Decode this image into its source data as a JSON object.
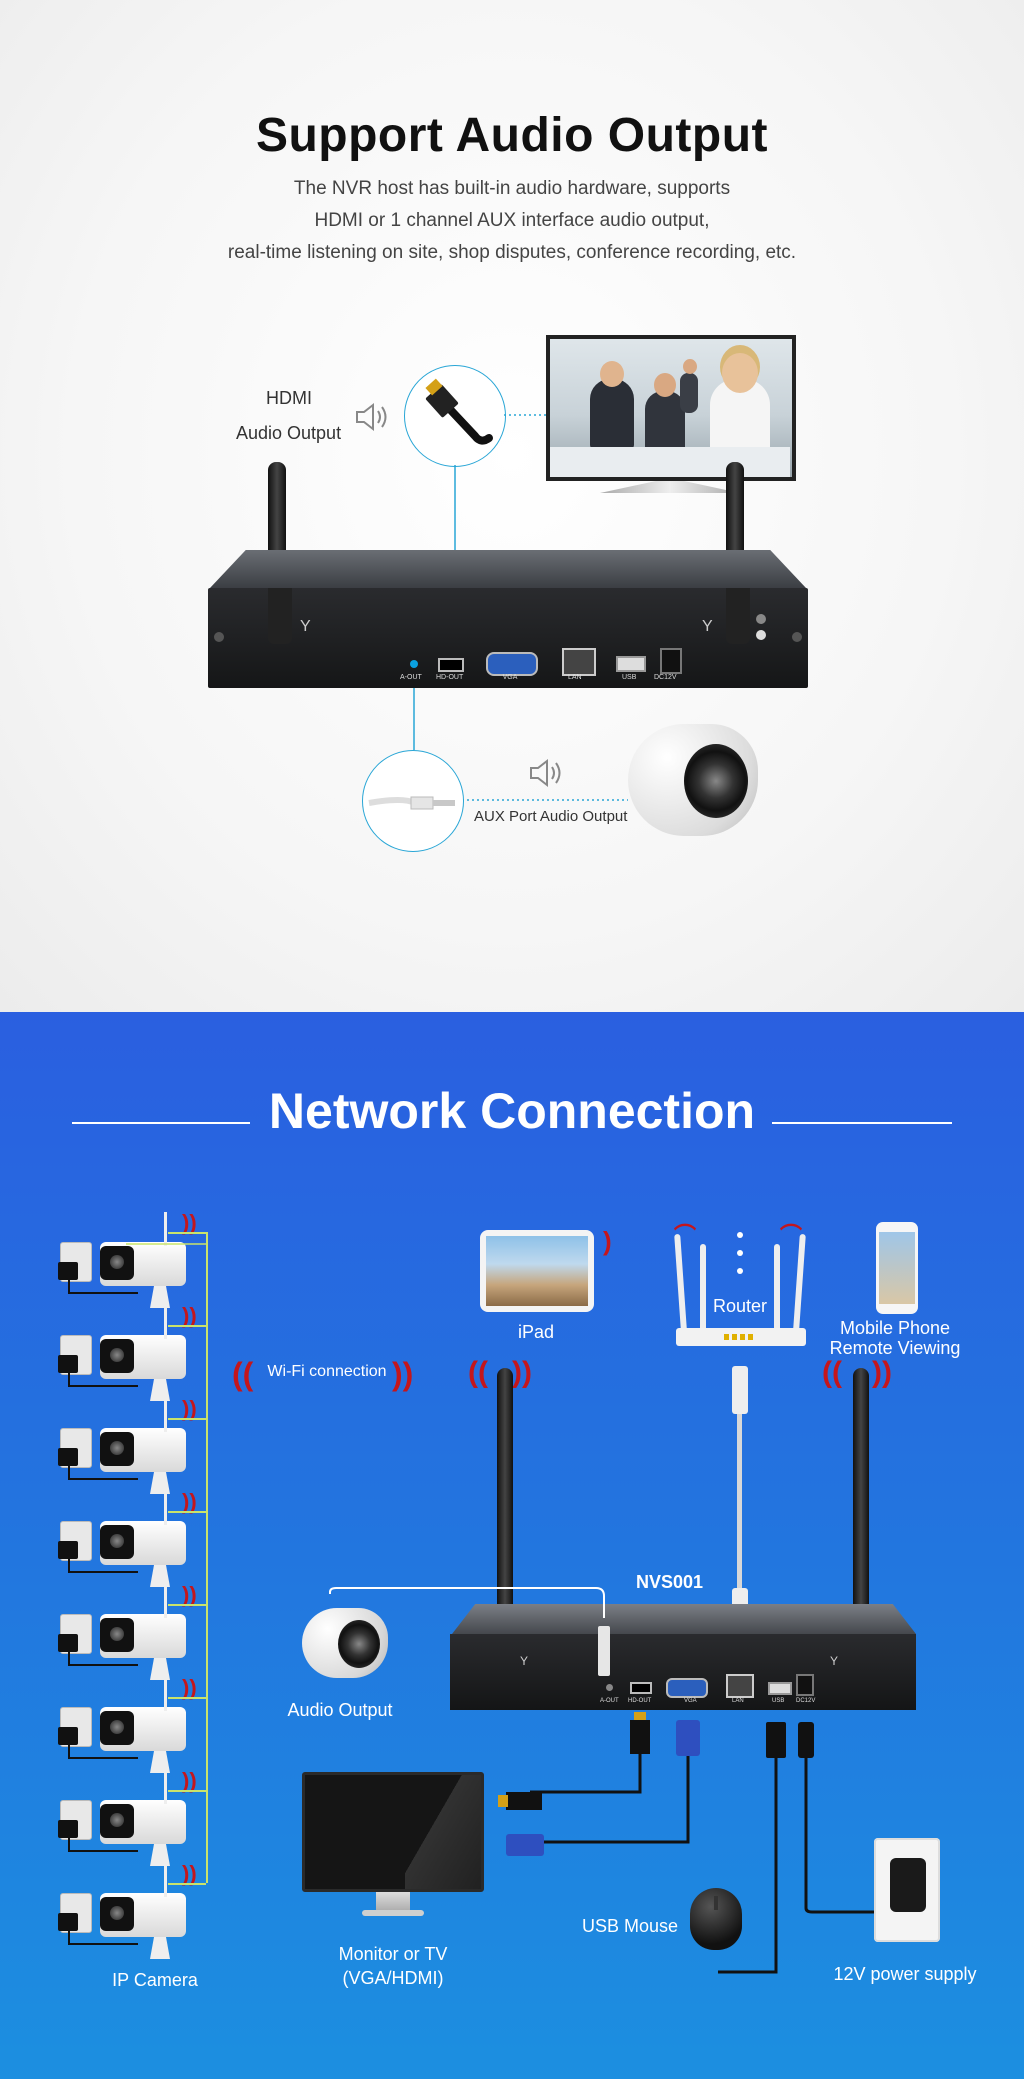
{
  "audio_section": {
    "title": "Support Audio Output",
    "desc_line1": "The NVR host has built-in audio hardware, supports",
    "desc_line2": "HDMI or 1 channel AUX interface audio output,",
    "desc_line3": "real-time listening on site, shop disputes, conference recording, etc.",
    "hdmi_label_1": "HDMI",
    "hdmi_label_2": "Audio Output",
    "aux_label": "AUX Port Audio Output",
    "ports": [
      "A-OUT",
      "HD-OUT",
      "VGA",
      "LAN",
      "USB",
      "DC12V"
    ]
  },
  "network_section": {
    "title": "Network Connection",
    "wifi_label": "Wi-Fi connection",
    "ipad_label": "iPad",
    "router_label": "Router",
    "mobile_label_1": "Mobile Phone",
    "mobile_label_2": "Remote Viewing",
    "nvr_model": "NVS001",
    "audio_output_label": "Audio Output",
    "monitor_label_1": "Monitor or TV",
    "monitor_label_2": "(VGA/HDMI)",
    "usb_mouse_label": "USB Mouse",
    "power_label": "12V power supply",
    "camera_label": "IP Camera",
    "ports": [
      "A-OUT",
      "HD-OUT",
      "VGA",
      "LAN",
      "USB",
      "DC12V"
    ]
  },
  "colors": {
    "accent_line": "#29a6d6",
    "wifi_red": "#c4161c",
    "blue_top": "#2a5fe0",
    "blue_bottom": "#1c8fe0"
  }
}
